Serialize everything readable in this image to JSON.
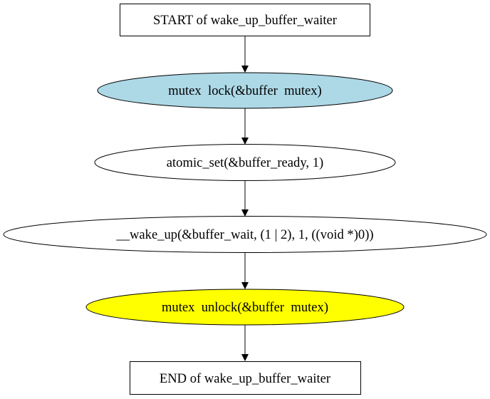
{
  "diagram": {
    "type": "flowchart",
    "nodes": [
      {
        "id": "start",
        "shape": "box",
        "label": "START of wake_up_buffer_waiter",
        "fill": "#ffffff"
      },
      {
        "id": "n1",
        "shape": "ellipse",
        "label": "mutex  lock(&buffer  mutex)",
        "fill": "#add8e6"
      },
      {
        "id": "n2",
        "shape": "ellipse",
        "label": "atomic_set(&buffer_ready, 1)",
        "fill": "#ffffff"
      },
      {
        "id": "n3",
        "shape": "ellipse",
        "label": "__wake_up(&buffer_wait, (1 | 2), 1, ((void *)0))",
        "fill": "#ffffff"
      },
      {
        "id": "n4",
        "shape": "ellipse",
        "label": "mutex  unlock(&buffer  mutex)",
        "fill": "#ffff00"
      },
      {
        "id": "end",
        "shape": "box",
        "label": "END of wake_up_buffer_waiter",
        "fill": "#ffffff"
      }
    ],
    "edges": [
      {
        "from": "start",
        "to": "n1"
      },
      {
        "from": "n1",
        "to": "n2"
      },
      {
        "from": "n2",
        "to": "n3"
      },
      {
        "from": "n3",
        "to": "n4"
      },
      {
        "from": "n4",
        "to": "end"
      }
    ]
  }
}
